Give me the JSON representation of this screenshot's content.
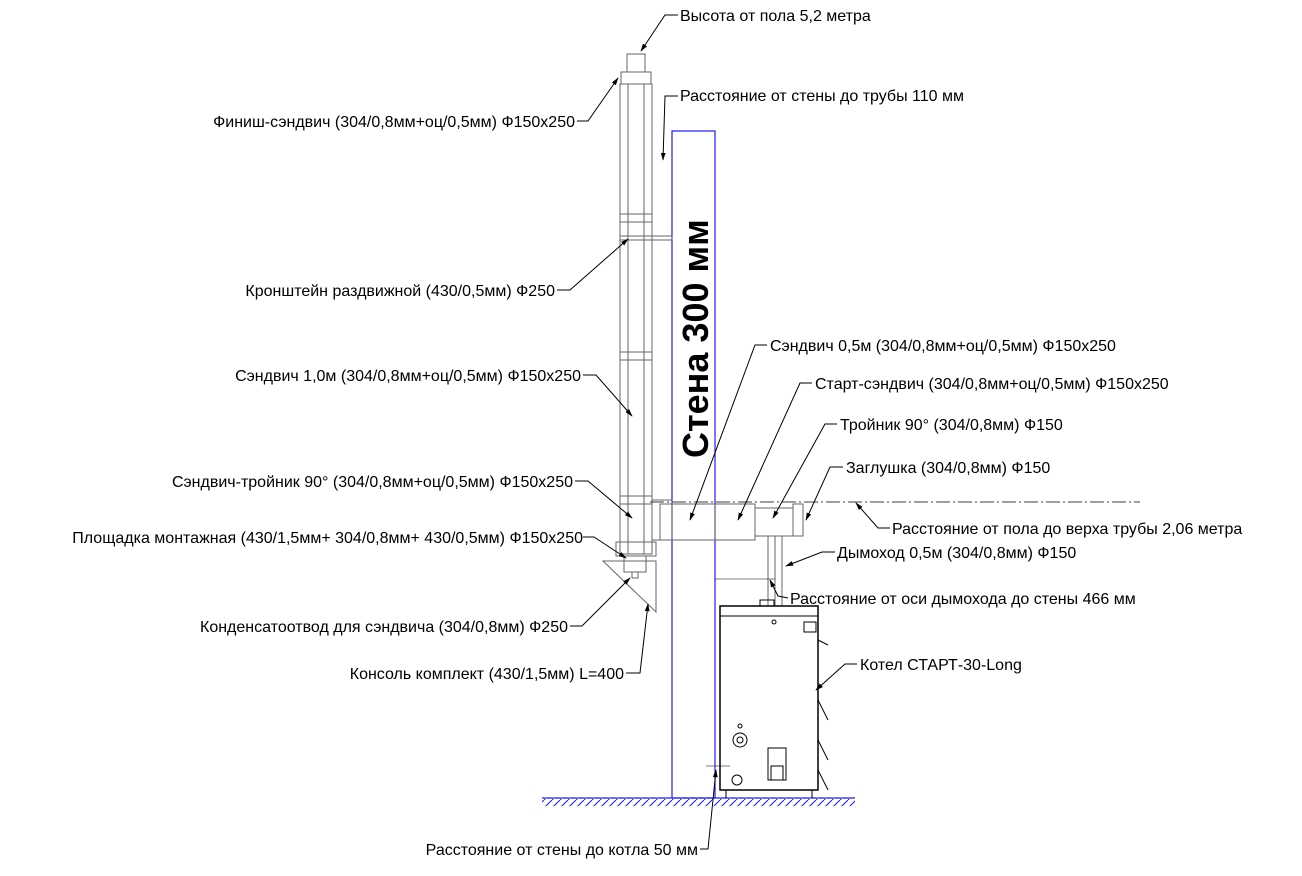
{
  "wall_label": "Стена 300 мм",
  "labels": {
    "height_floor": "Высота от пола 5,2 метра",
    "wall_to_pipe": "Расстояние от стены до трубы 110 мм",
    "finish_sandwich": "Финиш-сэндвич (304/0,8мм+оц/0,5мм) Ф150х250",
    "bracket": "Кронштейн раздвижной (430/0,5мм) Ф250",
    "sandwich_1m": "Сэндвич 1,0м (304/0,8мм+оц/0,5мм) Ф150х250",
    "sandwich_tee": "Сэндвич-тройник 90° (304/0,8мм+оц/0,5мм) Ф150х250",
    "mount_platform": "Площадка монтажная (430/1,5мм+ 304/0,8мм+ 430/0,5мм) Ф150х250",
    "condensate": "Конденсатоотвод для сэндвича (304/0,8мм) Ф250",
    "console": "Консоль комплект (430/1,5мм) L=400",
    "sandwich_05": "Сэндвич 0,5м (304/0,8мм+оц/0,5мм) Ф150х250",
    "start_sandwich": "Старт-сэндвич (304/0,8мм+оц/0,5мм) Ф150х250",
    "tee_90": "Тройник 90° (304/0,8мм) Ф150",
    "plug": "Заглушка (304/0,8мм) Ф150",
    "floor_to_pipe_top": "Расстояние от пола до верха трубы 2,06 метра",
    "flue_05": "Дымоход 0,5м (304/0,8мм) Ф150",
    "axis_to_wall": "Расстояние от оси дымохода до стены 466 мм",
    "boiler": "Котел СТАРТ-30-Long",
    "wall_to_boiler": "Расстояние от стены до котла 50 мм"
  },
  "colors": {
    "wall": "#1a1aff",
    "line": "#000000",
    "pipe": "#666666"
  }
}
